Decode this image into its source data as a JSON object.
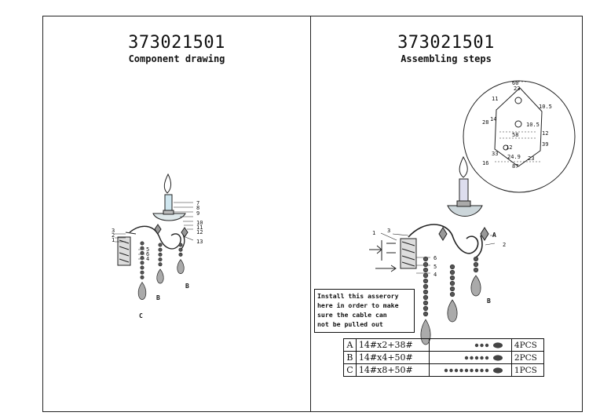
{
  "left": {
    "model": "373021501",
    "subtitle": "Component drawing"
  },
  "right": {
    "model": "373021501",
    "subtitle": "Assembling steps"
  },
  "component_labels": [
    "1",
    "2",
    "3",
    "4",
    "5",
    "6",
    "7",
    "8",
    "9",
    "10",
    "11",
    "12",
    "13"
  ],
  "pendant_labels": {
    "a": "A",
    "b": "B",
    "c": "C"
  },
  "assembly_labels": [
    "1",
    "2",
    "3",
    "4",
    "5",
    "6"
  ],
  "bracket_dims": [
    "60",
    "23",
    "11",
    "10.5",
    "28",
    "14",
    "10.5",
    "12",
    "58",
    "39",
    "12",
    "33",
    "24.9",
    "16",
    "23",
    "87"
  ],
  "note": "Install this asserory\nhere in order to make\nsure the cable can\nnot be pulled out",
  "parts": [
    {
      "key": "A",
      "formula": "14#x2+38#",
      "qty": "4PCS",
      "beads": 3
    },
    {
      "key": "B",
      "formula": "14#x4+50#",
      "qty": "2PCS",
      "beads": 5
    },
    {
      "key": "C",
      "formula": "14#x8+50#",
      "qty": "1PCS",
      "beads": 9
    }
  ]
}
